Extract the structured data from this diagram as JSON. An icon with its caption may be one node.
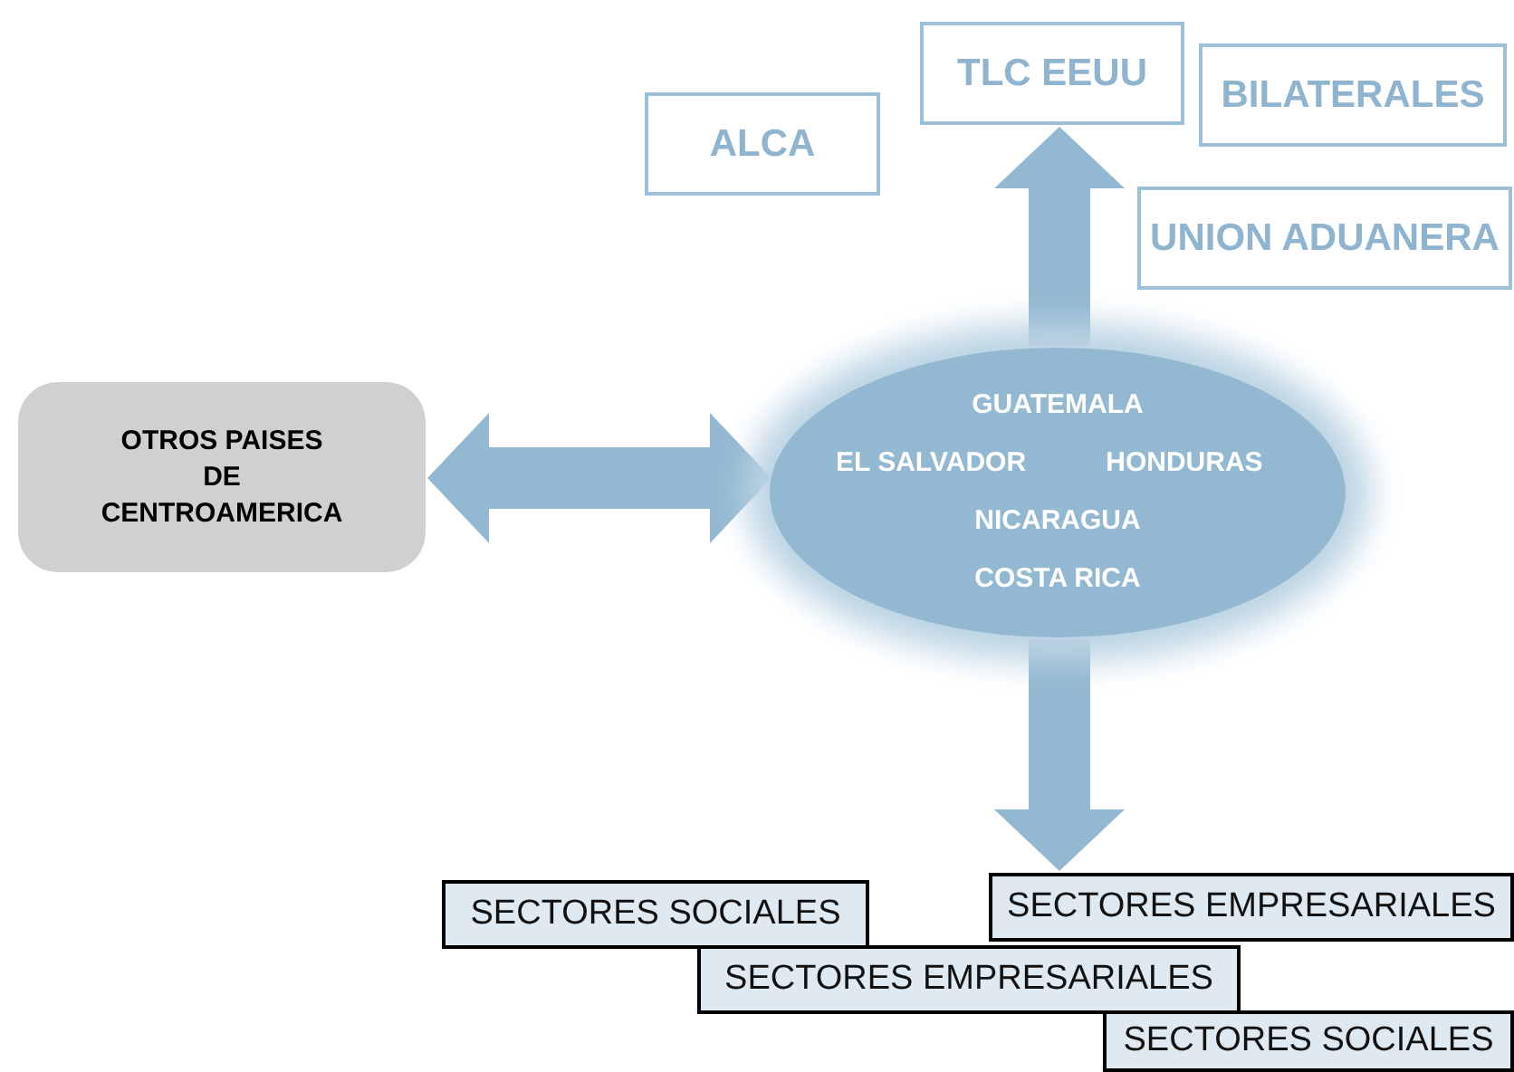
{
  "diagram": {
    "nodes": [
      {
        "text": [
          "ALCA"
        ]
      },
      {
        "text": [
          "TLC EEUU"
        ]
      },
      {
        "text": [
          "BILATERALES"
        ]
      },
      {
        "text": [
          "UNION ADUANERA"
        ]
      },
      {
        "text": [
          "OTROS PAISES DE CENTROAMERICA"
        ]
      },
      {
        "text": [
          "GUATEMALA",
          "EL SALVADOR",
          "HONDURAS",
          "NICARAGUA",
          "COSTA RICA"
        ]
      },
      {
        "text": [
          "SECTORES SOCIALES"
        ]
      },
      {
        "text": [
          "SECTORES EMPRESARIALES"
        ]
      },
      {
        "text": [
          "SECTORES EMPRESARIALES"
        ]
      },
      {
        "text": [
          "SECTORES SOCIALES"
        ]
      }
    ],
    "edges": [
      {
        "from": 5,
        "to": 1,
        "arrow": "to",
        "style": "thick"
      },
      {
        "from": 4,
        "to": 5,
        "arrow": "both",
        "style": "thick"
      },
      {
        "from": 5,
        "to": 7,
        "arrow": "to",
        "style": "thick"
      }
    ]
  }
}
